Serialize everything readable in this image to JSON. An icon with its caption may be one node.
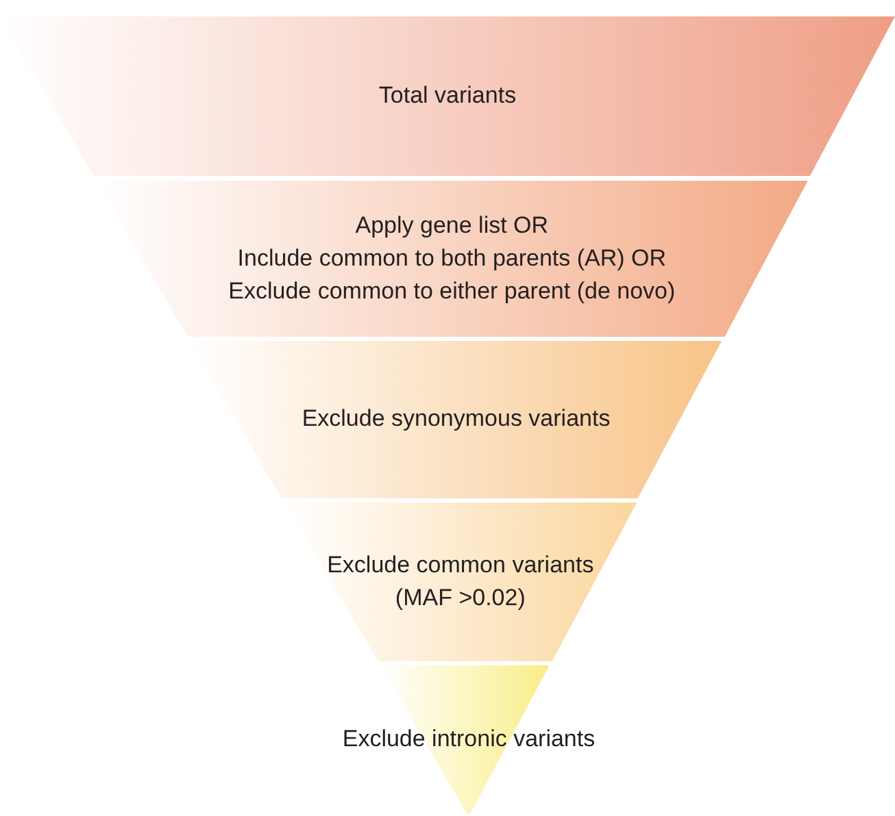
{
  "diagram": {
    "nodes": [
      {
        "text": [
          "Total variants"
        ]
      },
      {
        "text": [
          "Apply gene list OR",
          "Include common to both parents (AR) OR",
          "Exclude common to either parent (de novo)"
        ]
      },
      {
        "text": [
          "Exclude synonymous variants"
        ]
      },
      {
        "text": [
          "Exclude common variants",
          "(MAF >0.02)"
        ]
      },
      {
        "text": [
          "Exclude intronic variants"
        ]
      }
    ]
  }
}
